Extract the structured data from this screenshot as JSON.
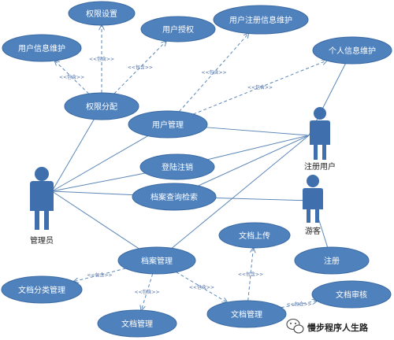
{
  "colors": {
    "usecase_fill": "#4f81bd",
    "usecase_stroke": "#3b6aa3",
    "actor_fill": "#3f6fad",
    "line": "#5b87b8",
    "include_label": "#4a6da7",
    "background": "#ffffff"
  },
  "actors": [
    {
      "id": "admin",
      "label": "管理员"
    },
    {
      "id": "reg",
      "label": "注册用户"
    },
    {
      "id": "guest",
      "label": "游客"
    }
  ],
  "usecases": [
    {
      "id": "perm_set",
      "label": "权限设置"
    },
    {
      "id": "user_auth",
      "label": "用户授权"
    },
    {
      "id": "reg_info",
      "label": "用户注册信息维护"
    },
    {
      "id": "user_info",
      "label": "用户信息维护"
    },
    {
      "id": "personal_info",
      "label": "个人信息维护"
    },
    {
      "id": "perm_assign",
      "label": "权限分配"
    },
    {
      "id": "user_mgmt",
      "label": "用户管理"
    },
    {
      "id": "login",
      "label": "登陆注销"
    },
    {
      "id": "archive_query",
      "label": "档案查询检索"
    },
    {
      "id": "doc_upload",
      "label": "文档上传"
    },
    {
      "id": "archive_mgmt",
      "label": "档案管理"
    },
    {
      "id": "register",
      "label": "注册"
    },
    {
      "id": "doc_category",
      "label": "文档分类管理"
    },
    {
      "id": "doc_mgmt_a",
      "label": "文档管理"
    },
    {
      "id": "doc_mgmt_b",
      "label": "文档管理"
    },
    {
      "id": "doc_review",
      "label": "文档审核"
    }
  ],
  "associations": [
    [
      "admin",
      "perm_assign"
    ],
    [
      "admin",
      "user_mgmt"
    ],
    [
      "admin",
      "login"
    ],
    [
      "admin",
      "archive_query"
    ],
    [
      "admin",
      "archive_mgmt"
    ],
    [
      "reg",
      "user_mgmt"
    ],
    [
      "reg",
      "login"
    ],
    [
      "reg",
      "archive_query"
    ],
    [
      "reg",
      "archive_mgmt"
    ],
    [
      "reg",
      "personal_info"
    ],
    [
      "guest",
      "archive_query"
    ],
    [
      "guest",
      "register"
    ]
  ],
  "includes": [
    {
      "from": "perm_assign",
      "to": "perm_set",
      "label": "<<包含>>"
    },
    {
      "from": "perm_assign",
      "to": "user_auth",
      "label": "<<包含>>"
    },
    {
      "from": "perm_assign",
      "to": "user_info",
      "label": "<<包含>>"
    },
    {
      "from": "user_mgmt",
      "to": "reg_info",
      "label": "<<包含>>"
    },
    {
      "from": "user_mgmt",
      "to": "personal_info",
      "label": "<<包含>>"
    },
    {
      "from": "archive_mgmt",
      "to": "doc_category",
      "label": "<<包含>>"
    },
    {
      "from": "archive_mgmt",
      "to": "doc_mgmt_a",
      "label": "<<包含>>"
    },
    {
      "from": "archive_mgmt",
      "to": "doc_mgmt_b",
      "label": "<<包含>>"
    },
    {
      "from": "doc_mgmt_b",
      "to": "doc_upload",
      "label": "<<包含>>"
    },
    {
      "from": "doc_mgmt_b",
      "to": "doc_review",
      "label": "<<包含>>"
    }
  ],
  "watermark": {
    "label": "慢步程序人生路",
    "icon": "wechat-icon"
  }
}
